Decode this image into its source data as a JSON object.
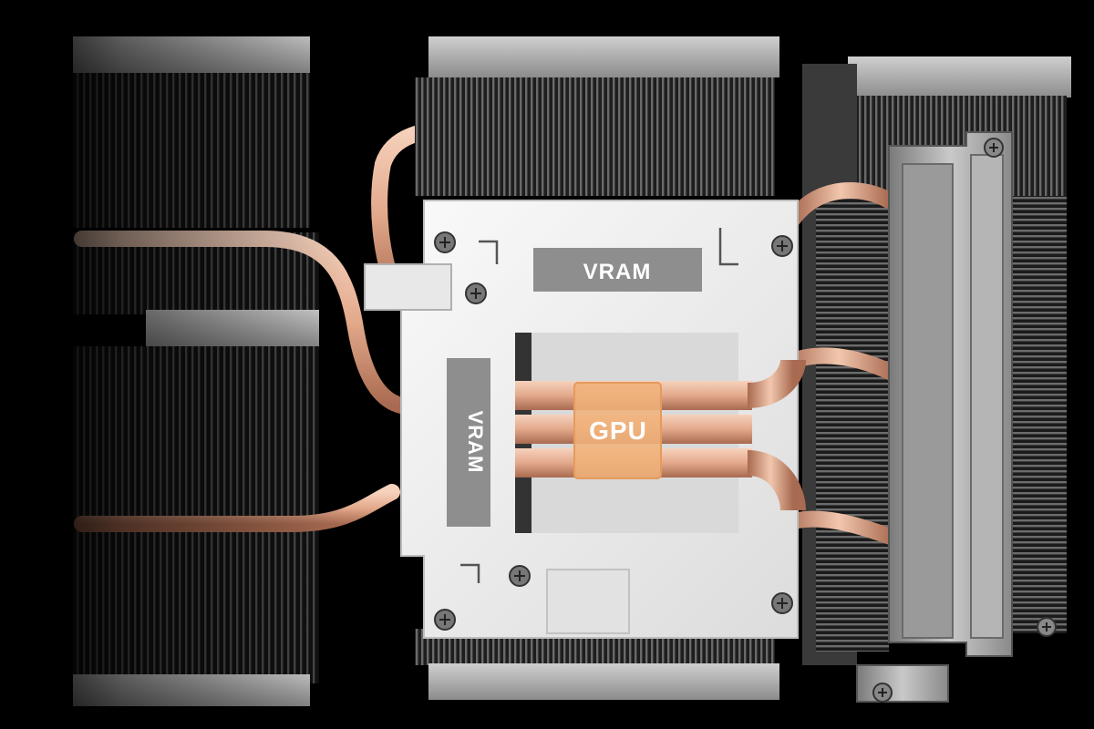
{
  "image": {
    "kind": "product-render",
    "labels": {
      "vram_top": "VRAM",
      "vram_left": "VRAM",
      "gpu": "GPU"
    },
    "colors": {
      "background": "#000000",
      "copper": "#e8b59a",
      "copper_dark": "#b8775a",
      "plate": "#f2f2f2",
      "label_box": "#8e8e8e",
      "label_text": "#ffffff",
      "gpu_box": "#f0b27a",
      "gpu_text": "#ffffff",
      "fin": "#5a5a5a"
    }
  }
}
